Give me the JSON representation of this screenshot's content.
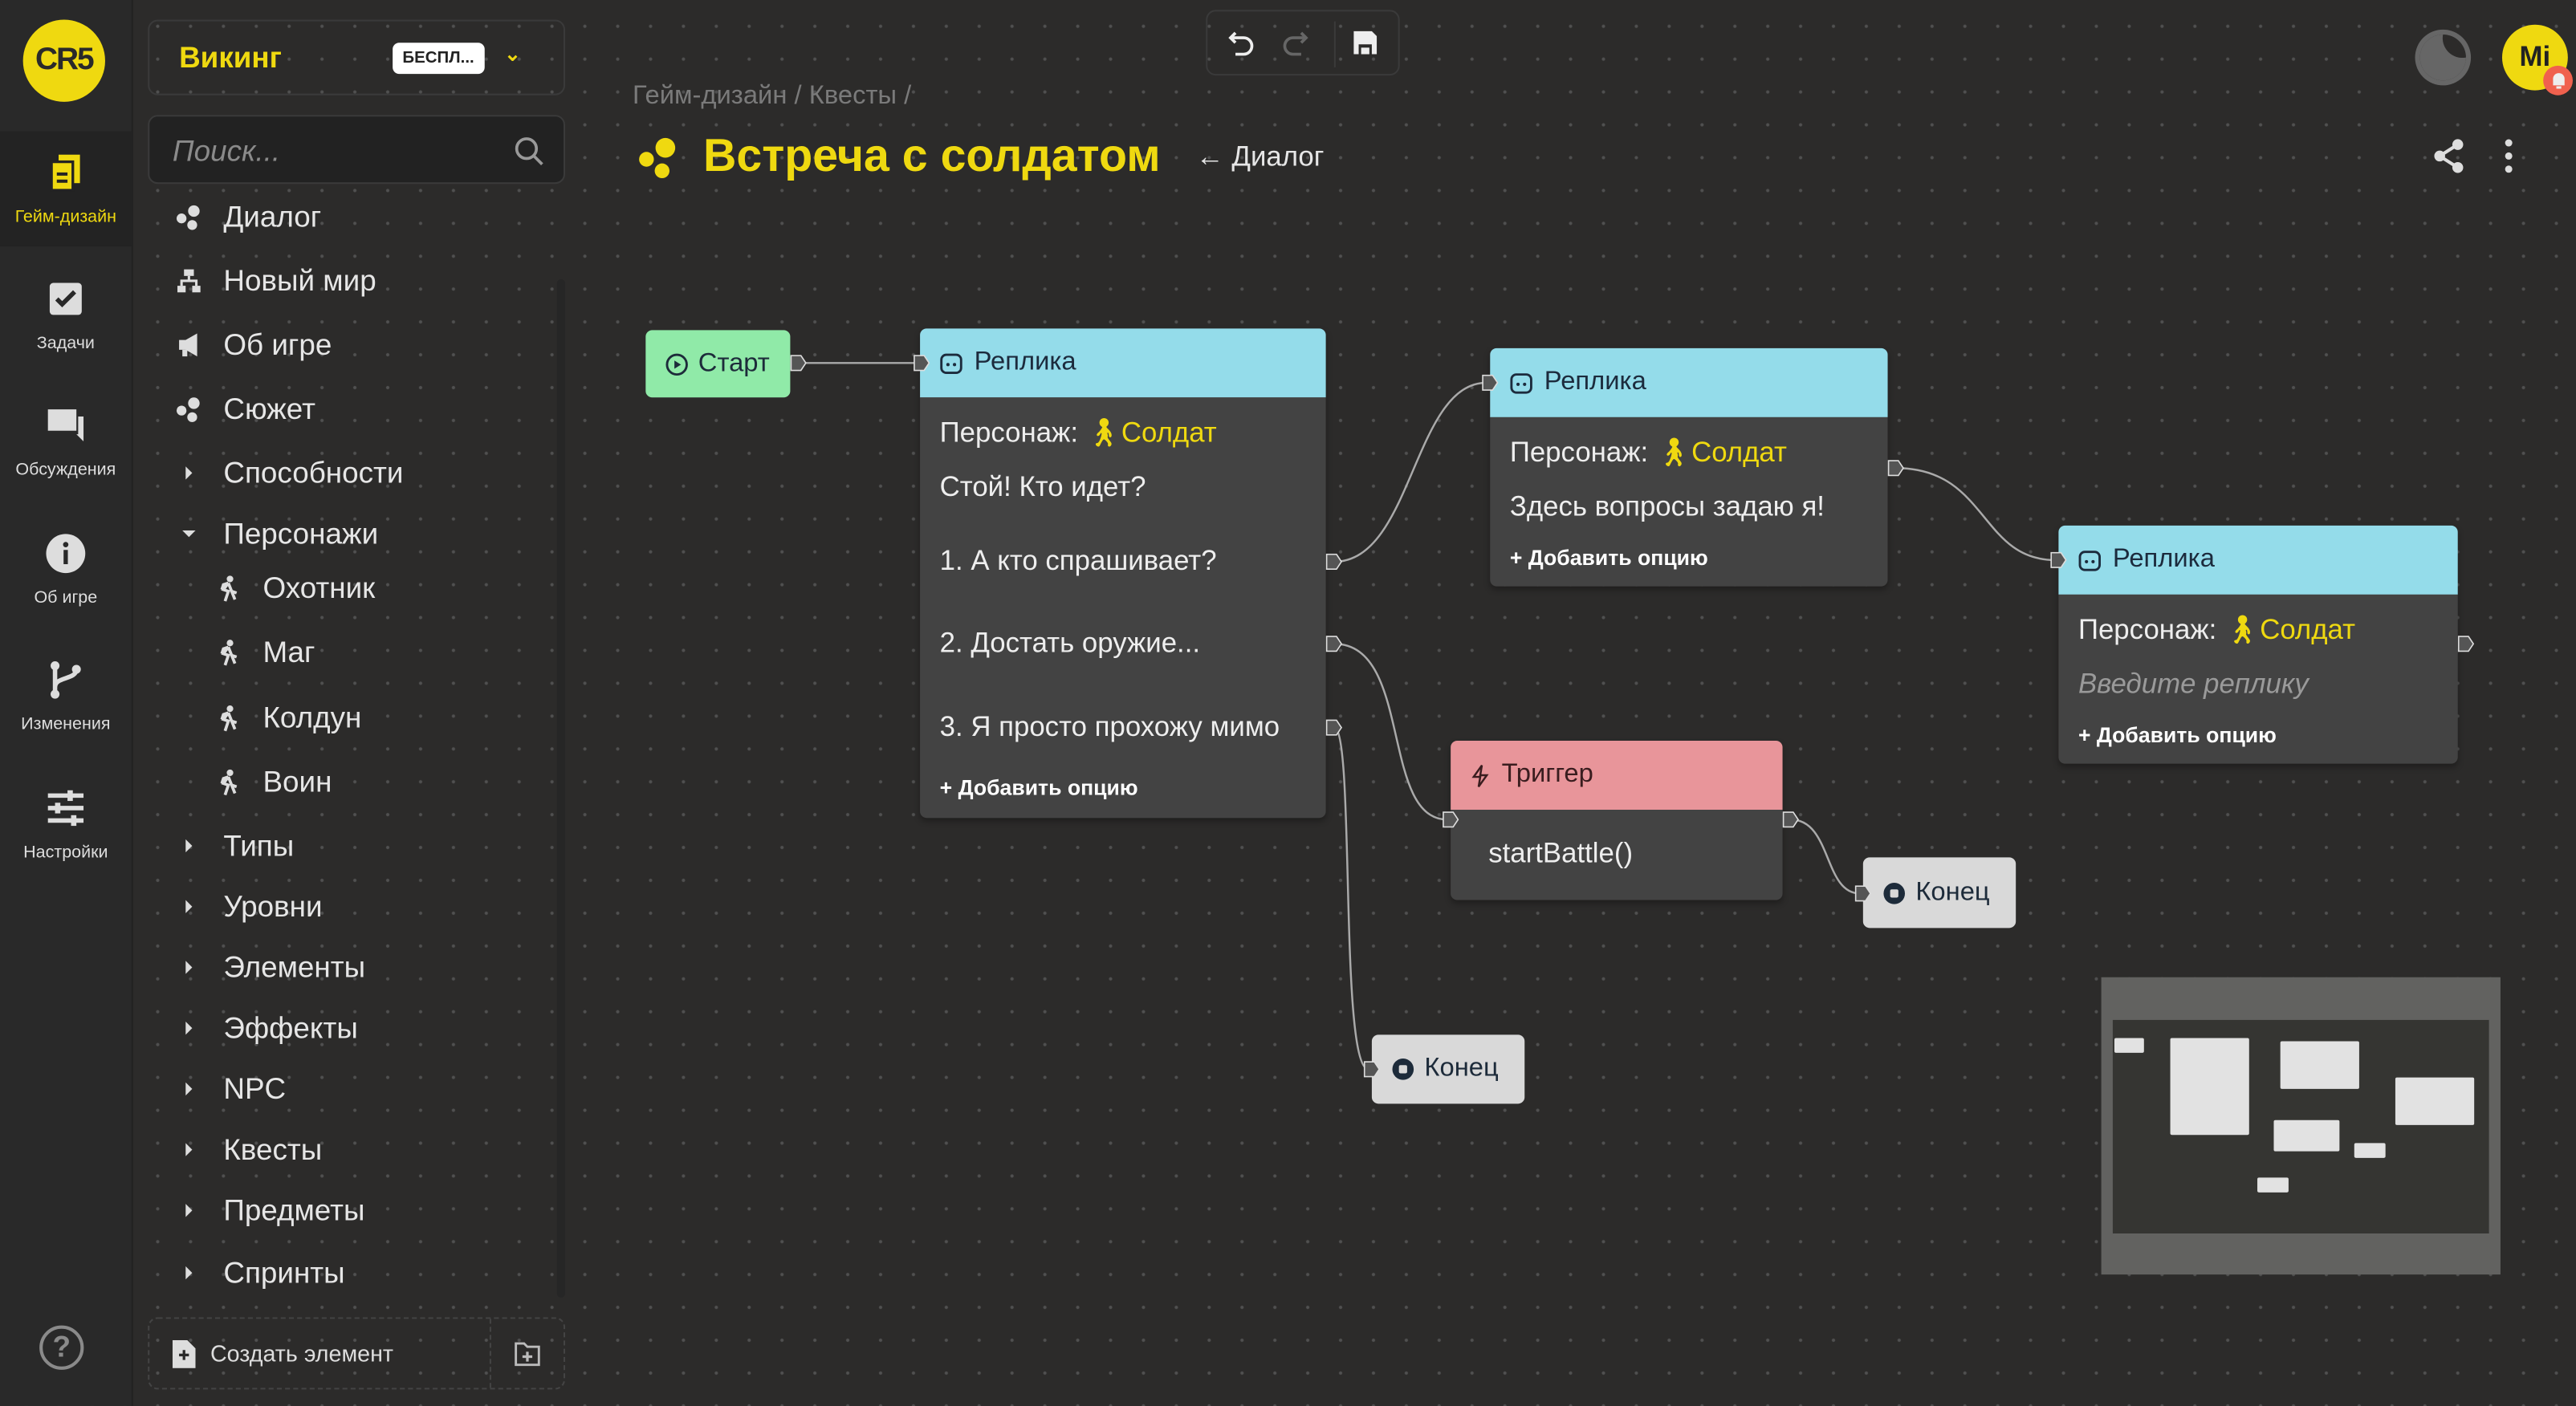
{
  "colors": {
    "accent": "#efd910",
    "replica": "#94dcea",
    "trigger": "#e8959a",
    "start": "#90eaa8",
    "end": "#d9d9d9",
    "canvas": "#2c2b2a"
  },
  "logo": {
    "text": "CR5"
  },
  "rail": {
    "items": [
      {
        "label": "Гейм-дизайн",
        "icon": "documents-icon",
        "active": true
      },
      {
        "label": "Задачи",
        "icon": "checkbox-icon"
      },
      {
        "label": "Обсуждения",
        "icon": "chat-icon"
      },
      {
        "label": "Об игре",
        "icon": "info-icon"
      },
      {
        "label": "Изменения",
        "icon": "branch-icon"
      },
      {
        "label": "Настройки",
        "icon": "sliders-icon"
      }
    ],
    "help": "?"
  },
  "project": {
    "name": "Викинг",
    "plan": "БЕСПЛ..."
  },
  "search": {
    "placeholder": "Поиск...",
    "value": ""
  },
  "tree": [
    {
      "label": "Диалог",
      "icon": "dialog-icon"
    },
    {
      "label": "Новый мир",
      "icon": "hierarchy-icon"
    },
    {
      "label": "Об игре",
      "icon": "megaphone-icon"
    },
    {
      "label": "Сюжет",
      "icon": "dialog-icon"
    },
    {
      "label": "Способности",
      "icon": "caret-right-icon"
    },
    {
      "label": "Персонажи",
      "icon": "caret-down-icon",
      "expanded": true
    },
    {
      "label": "Охотник",
      "icon": "person-walking-icon",
      "child": true
    },
    {
      "label": "Маг",
      "icon": "person-walking-icon",
      "child": true
    },
    {
      "label": "Колдун",
      "icon": "person-walking-icon",
      "child": true
    },
    {
      "label": "Воин",
      "icon": "person-walking-icon",
      "child": true
    },
    {
      "label": "Типы",
      "icon": "caret-right-icon"
    },
    {
      "label": "Уровни",
      "icon": "caret-right-icon"
    },
    {
      "label": "Элементы",
      "icon": "caret-right-icon"
    },
    {
      "label": "Эффекты",
      "icon": "caret-right-icon"
    },
    {
      "label": "NPC",
      "icon": "caret-right-icon"
    },
    {
      "label": "Квесты",
      "icon": "caret-right-icon"
    },
    {
      "label": "Предметы",
      "icon": "caret-right-icon"
    },
    {
      "label": "Спринты",
      "icon": "caret-right-icon"
    }
  ],
  "create": {
    "label": "Создать элемент"
  },
  "breadcrumb": [
    "Гейм-дизайн",
    "Квесты"
  ],
  "breadcrumb_sep": "/",
  "title": "Встреча с солдатом",
  "back_link": "← Диалог",
  "user": {
    "initials": "Mi"
  },
  "graph": {
    "start": {
      "label": "Старт"
    },
    "replica1": {
      "header": "Реплика",
      "char_label": "Персонаж:",
      "char": "Солдат",
      "text": "Стой! Кто идет?",
      "options": [
        "1. А кто спрашивает?",
        "2. Достать оружие...",
        "3. Я просто прохожу мимо"
      ],
      "add": "+ Добавить опцию"
    },
    "replica2": {
      "header": "Реплика",
      "char_label": "Персонаж:",
      "char": "Солдат",
      "text": "Здесь вопросы задаю я!",
      "add": "+ Добавить опцию"
    },
    "replica3": {
      "header": "Реплика",
      "char_label": "Персонаж:",
      "char": "Солдат",
      "placeholder": "Введите реплику",
      "add": "+ Добавить опцию"
    },
    "trigger": {
      "header": "Триггер",
      "code": "startBattle()"
    },
    "end1": {
      "label": "Конец"
    },
    "end2": {
      "label": "Конец"
    }
  }
}
